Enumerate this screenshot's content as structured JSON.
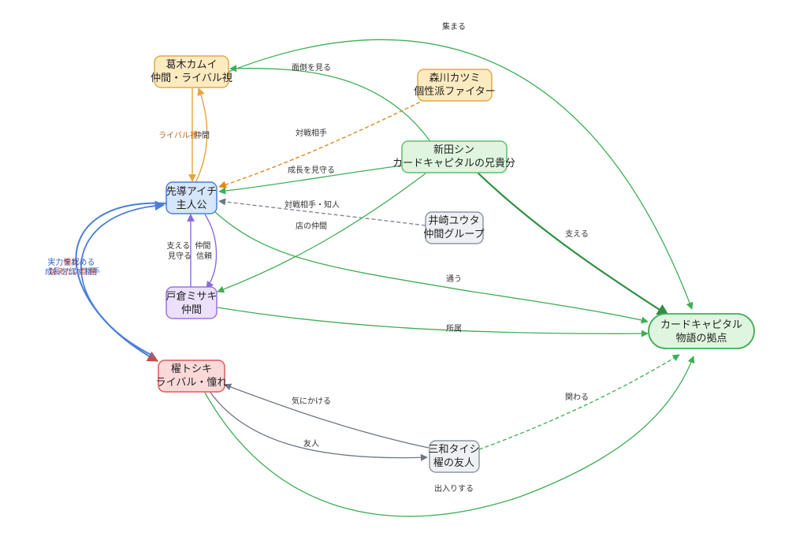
{
  "diagram": {
    "type": "character-relationship-graph",
    "nodes": [
      {
        "id": "kamui",
        "lines": [
          "葛木カムイ",
          "仲間・ライバル視"
        ],
        "fill": "#fdebc0",
        "stroke": "#e0a84a"
      },
      {
        "id": "morikawa",
        "lines": [
          "森川カツミ",
          "個性派ファイター"
        ],
        "fill": "#fdebc0",
        "stroke": "#e0a84a"
      },
      {
        "id": "shin",
        "lines": [
          "新田シン",
          "カードキャピタルの兄貴分"
        ],
        "fill": "#e0f5e0",
        "stroke": "#5bbf6a"
      },
      {
        "id": "aichi",
        "lines": [
          "先導アイチ",
          "主人公"
        ],
        "fill": "#d6e6fb",
        "stroke": "#4a7fd8"
      },
      {
        "id": "izaki",
        "lines": [
          "井崎ユウタ",
          "仲間グループ"
        ],
        "fill": "#eef0f3",
        "stroke": "#8f98a6"
      },
      {
        "id": "misaki",
        "lines": [
          "戸倉ミサキ",
          "仲間"
        ],
        "fill": "#ece0fc",
        "stroke": "#9b73e0"
      },
      {
        "id": "capital",
        "lines": [
          "カードキャピタル",
          "物語の拠点"
        ],
        "fill": "#e0f5e0",
        "stroke": "#3fae55"
      },
      {
        "id": "toshiki",
        "lines": [
          "櫂トシキ",
          "ライバル・憧れ"
        ],
        "fill": "#fbd9d9",
        "stroke": "#e05a5a"
      },
      {
        "id": "miwa",
        "lines": [
          "三和タイシ",
          "櫂の友人"
        ],
        "fill": "#eef0f3",
        "stroke": "#8f98a6"
      }
    ],
    "edges": [
      {
        "id": "kamui-capital",
        "label": "集まる",
        "color": "#3fae55"
      },
      {
        "id": "shin-kamui",
        "label": "面倒を見る",
        "color": "#3fae55"
      },
      {
        "id": "aichi-kamui",
        "label": "仲間",
        "color": "#e9a23b"
      },
      {
        "id": "kamui-aichi",
        "label": "ライバル視",
        "color": "#e9a23b"
      },
      {
        "id": "morikawa-aichi",
        "label": "対戦相手",
        "color": "#d98b1e"
      },
      {
        "id": "shin-aichi",
        "label": "成長を見守る",
        "color": "#3fae55"
      },
      {
        "id": "izaki-aichi",
        "label": "対戦相手・知人",
        "color": "#7a8290"
      },
      {
        "id": "shin-misaki",
        "label": "店の仲間",
        "color": "#3fae55"
      },
      {
        "id": "shin-capital",
        "label": "支える",
        "color": "#2e8f44"
      },
      {
        "id": "aichi-capital",
        "label": "通う",
        "color": "#3fae55"
      },
      {
        "id": "misaki-aichi",
        "label": "支える\n見守る",
        "color": "#8a6be0"
      },
      {
        "id": "aichi-misaki",
        "label": "仲間\n信頼",
        "color": "#8a6be0"
      },
      {
        "id": "misaki-capital",
        "label": "所属",
        "color": "#3fae55"
      },
      {
        "id": "aichi-toshiki",
        "label": "憧れ\n越えたい目標",
        "color": "#4a7fd8"
      },
      {
        "id": "toshiki-aichi",
        "label": "実力を認める\n成長を促す相手",
        "color": "#4a7fd8"
      },
      {
        "id": "miwa-toshiki",
        "label": "気にかける",
        "color": "#6f7785"
      },
      {
        "id": "toshiki-miwa",
        "label": "友人",
        "color": "#6f7785"
      },
      {
        "id": "miwa-capital",
        "label": "関わる",
        "color": "#3fae55"
      },
      {
        "id": "toshiki-capital",
        "label": "出入りする",
        "color": "#3fae55"
      }
    ]
  }
}
